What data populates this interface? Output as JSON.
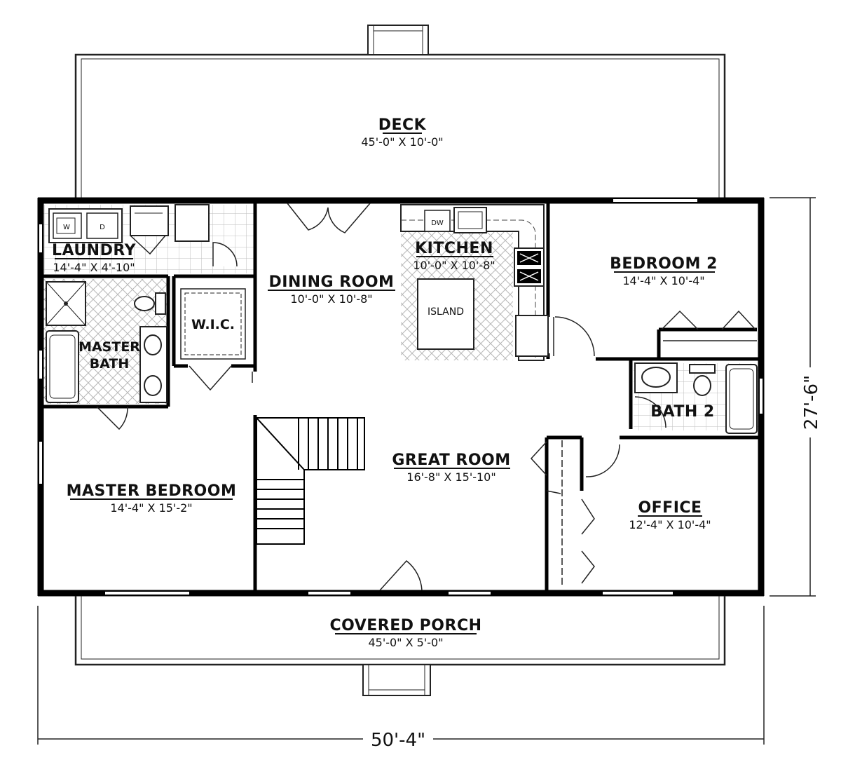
{
  "rooms": {
    "deck": {
      "name": "DECK",
      "dim": "45'-0\" X 10'-0\""
    },
    "laundry": {
      "name": "LAUNDRY",
      "dim": "14'-4\" X 4'-10\""
    },
    "dining": {
      "name": "DINING ROOM",
      "dim": "10'-0\" X 10'-8\""
    },
    "kitchen": {
      "name": "KITCHEN",
      "dim": "10'-0\" X 10'-8\""
    },
    "bedroom2": {
      "name": "BEDROOM 2",
      "dim": "14'-4\" X 10'-4\""
    },
    "master_bath": {
      "name_line1": "MASTER",
      "name_line2": "BATH"
    },
    "wic": {
      "name": "W.I.C."
    },
    "bath2": {
      "name": "BATH 2"
    },
    "great_room": {
      "name": "GREAT ROOM",
      "dim": "16'-8\" X 15'-10\""
    },
    "master_bedroom": {
      "name": "MASTER BEDROOM",
      "dim": "14'-4\" X 15'-2\""
    },
    "office": {
      "name": "OFFICE",
      "dim": "12'-4\" X 10'-4\""
    },
    "porch": {
      "name": "COVERED PORCH",
      "dim": "45'-0\" X 5'-0\""
    }
  },
  "fixtures": {
    "washer": "W",
    "dryer": "D",
    "dishwasher": "DW",
    "island": "ISLAND"
  },
  "overall": {
    "width": "50'-4\"",
    "depth": "27'-6\""
  }
}
